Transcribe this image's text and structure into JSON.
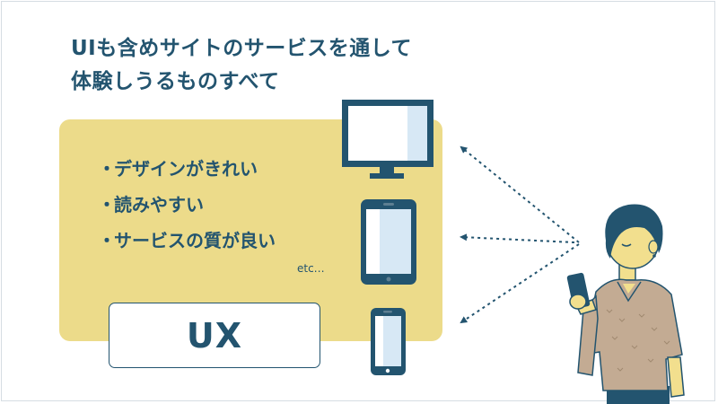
{
  "title": {
    "line1": "UIも含めサイトのサービスを通して",
    "line2": "体験しうるものすべて"
  },
  "bullets": [
    {
      "marker": "・",
      "text": "デザインがきれい"
    },
    {
      "marker": "・",
      "text": "読みやすい"
    },
    {
      "marker": "・",
      "text": "サービスの質が良い"
    }
  ],
  "etc": "etc…",
  "ux_label": "UX",
  "devices": [
    "monitor-icon",
    "tablet-icon",
    "smartphone-icon"
  ],
  "person": "person-holding-phone-icon",
  "colors": {
    "navy": "#23546f",
    "panel_yellow": "#ecdb8a",
    "screen_blue": "#d7e8f5",
    "sweater": "#c3ab93",
    "skin": "#f2df8e"
  }
}
